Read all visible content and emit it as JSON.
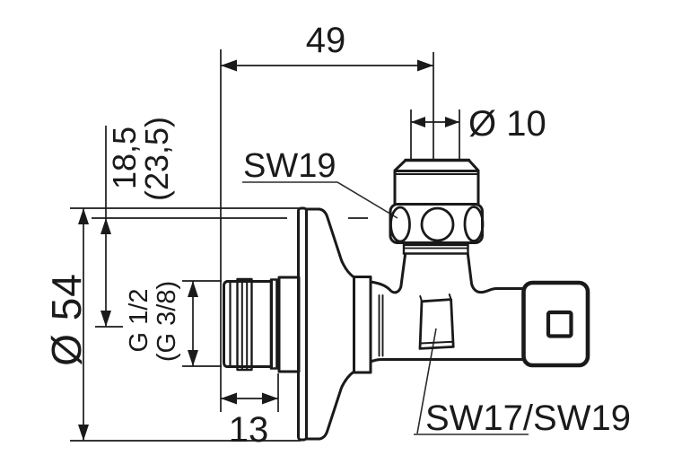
{
  "page": {
    "background": "#ffffff",
    "line_color": "#1a1a1a",
    "description": "Technical dimension drawing of an angle valve with wall flange"
  },
  "labels": {
    "width_top": "49",
    "outlet_diameter": "Ø 10",
    "handle_hex": "SW19",
    "depth_primary": "18,5",
    "depth_alt": "(23,5)",
    "flange_diameter": "Ø 54",
    "thread_size": "G 1/2",
    "thread_size_alt": "(G 3/8)",
    "thread_length": "13",
    "body_hex": "SW17/SW19"
  }
}
